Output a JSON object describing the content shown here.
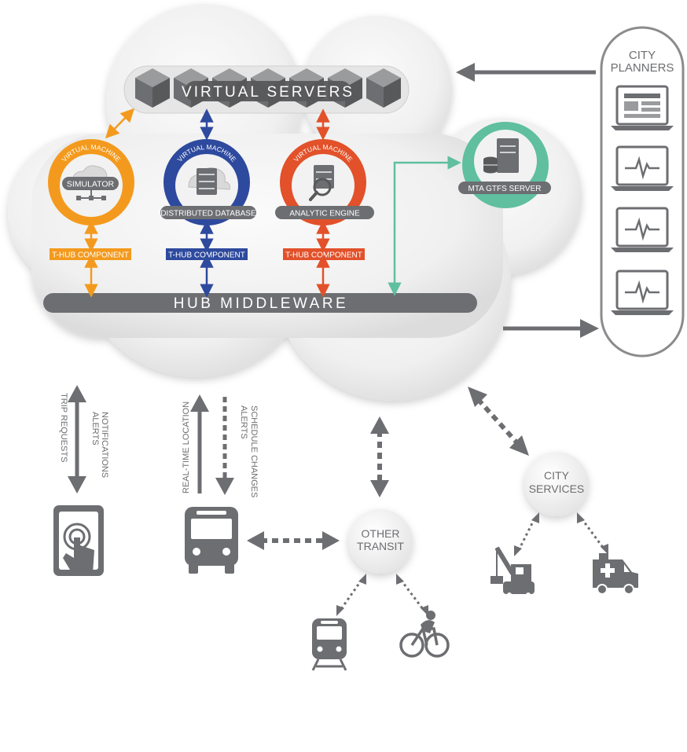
{
  "cloud": {
    "virtual_servers": "VIRTUAL SERVERS",
    "hub_middleware": "HUB MIDDLEWARE",
    "machines": [
      {
        "arc_label": "VIRTUAL MACHINE",
        "name": "SIMULATOR",
        "component": "T-HUB COMPONENT",
        "color": "#f39a1e"
      },
      {
        "arc_label": "VIRTUAL MACHINE",
        "name": "DISTRIBUTED DATABASE",
        "component": "T-HUB COMPONENT",
        "color": "#2e4a9e"
      },
      {
        "arc_label": "VIRTUAL MACHINE",
        "name": "ANALYTIC ENGINE",
        "component": "T-HUB COMPONENT",
        "color": "#e2512a"
      }
    ],
    "gtfs_server": "MTA GTFS SERVER",
    "gtfs_color": "#5fbf9f"
  },
  "city_planners": {
    "title_line1": "CITY",
    "title_line2": "PLANNERS"
  },
  "flows": {
    "trip_requests": "TRIP REQUESTS",
    "alerts": "ALERTS",
    "notifications": "NOTIFICATIONS",
    "realtime_location": "REAL-TIME LOCATION",
    "schedule_changes": "SCHEDULE CHANGES",
    "alerts2": "ALERTS"
  },
  "nodes": {
    "other_transit_line1": "OTHER",
    "other_transit_line2": "TRANSIT",
    "city_services_line1": "CITY",
    "city_services_line2": "SERVICES"
  },
  "colors": {
    "gray": "#6d6e71",
    "dark": "#58595b",
    "cloud": "#ededed"
  }
}
